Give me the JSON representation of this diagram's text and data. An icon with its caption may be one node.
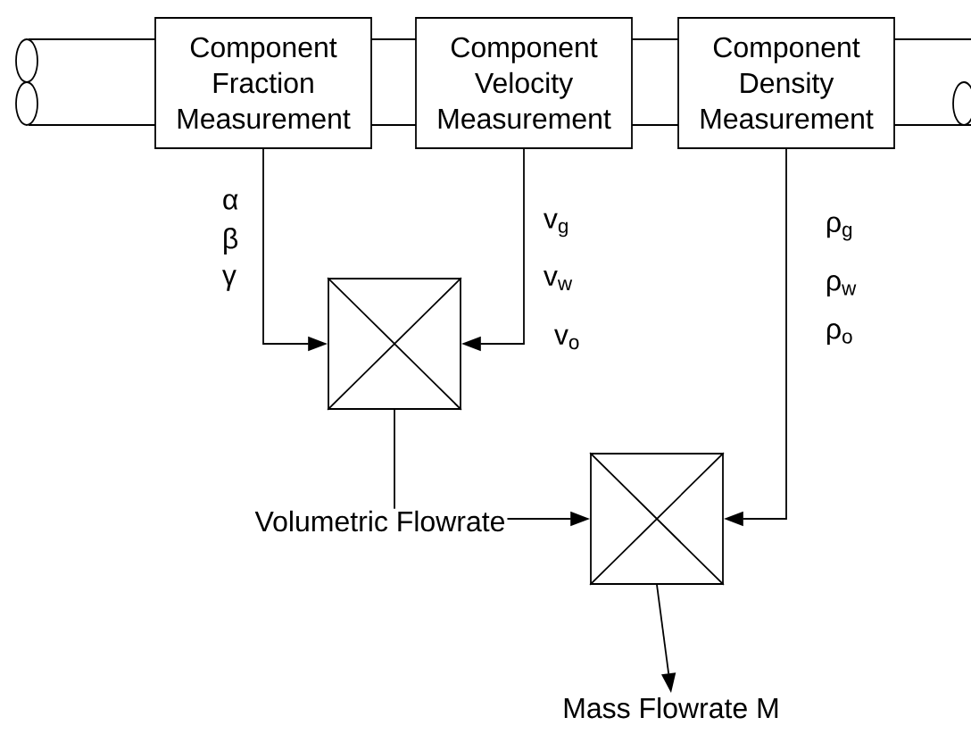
{
  "diagram": {
    "nodes": [
      {
        "text": [
          "Component Fraction Measurement"
        ]
      },
      {
        "text": [
          "Component Velocity Measurement"
        ]
      },
      {
        "text": [
          "Component Density Measurement"
        ]
      },
      {
        "text": [],
        "shape": "box"
      },
      {
        "text": [],
        "shape": "box"
      },
      {
        "text": [
          "Mass Flowrate M"
        ]
      }
    ],
    "edges": [
      {
        "from": 0,
        "to": 3,
        "arrow": "to"
      },
      {
        "from": 1,
        "to": 3,
        "arrow": "to"
      },
      {
        "from": 3,
        "to": 4,
        "arrow": "to",
        "label": "Volumetric Flowrate"
      },
      {
        "from": 2,
        "to": 4,
        "arrow": "to"
      },
      {
        "from": 4,
        "to": 5,
        "arrow": "to"
      }
    ],
    "labels": [
      "α",
      "β",
      "γ",
      "v$_{g}$",
      "v$_{w}$",
      "v$_{o}$",
      "ρ$_{g}$",
      "ρ$_{w}$",
      "ρ$_{o}$"
    ]
  }
}
